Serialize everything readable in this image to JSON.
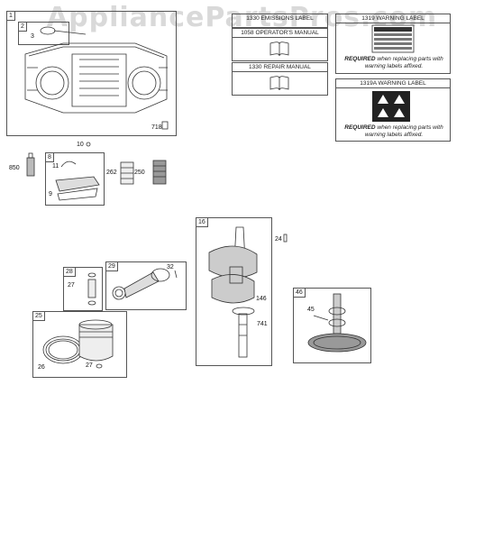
{
  "watermark": "AppliancePartsPros.com",
  "parts": {
    "p1": "1",
    "p2": "2",
    "p3": "3",
    "p718": "718",
    "p10": "10",
    "p850": "850",
    "p8": "8",
    "p11": "11",
    "p9": "9",
    "p262": "262",
    "p250": "250",
    "p16": "16",
    "p24": "24",
    "p146": "146",
    "p741": "741",
    "p28": "28",
    "p27a": "27",
    "p29": "29",
    "p32": "32",
    "p25": "25",
    "p26": "26",
    "p27b": "27",
    "p46": "46",
    "p45": "45"
  },
  "labels": {
    "emissions": "1330 EMISSIONS LABEL",
    "operators_manual": "1058 OPERATOR'S MANUAL",
    "repair_manual": "1330 REPAIR MANUAL",
    "warning_1": "1319 WARNING LABEL",
    "warning_2": "1319A WARNING LABEL",
    "required_word": "REQUIRED",
    "required_rest": " when replacing parts with warning labels affixed."
  }
}
